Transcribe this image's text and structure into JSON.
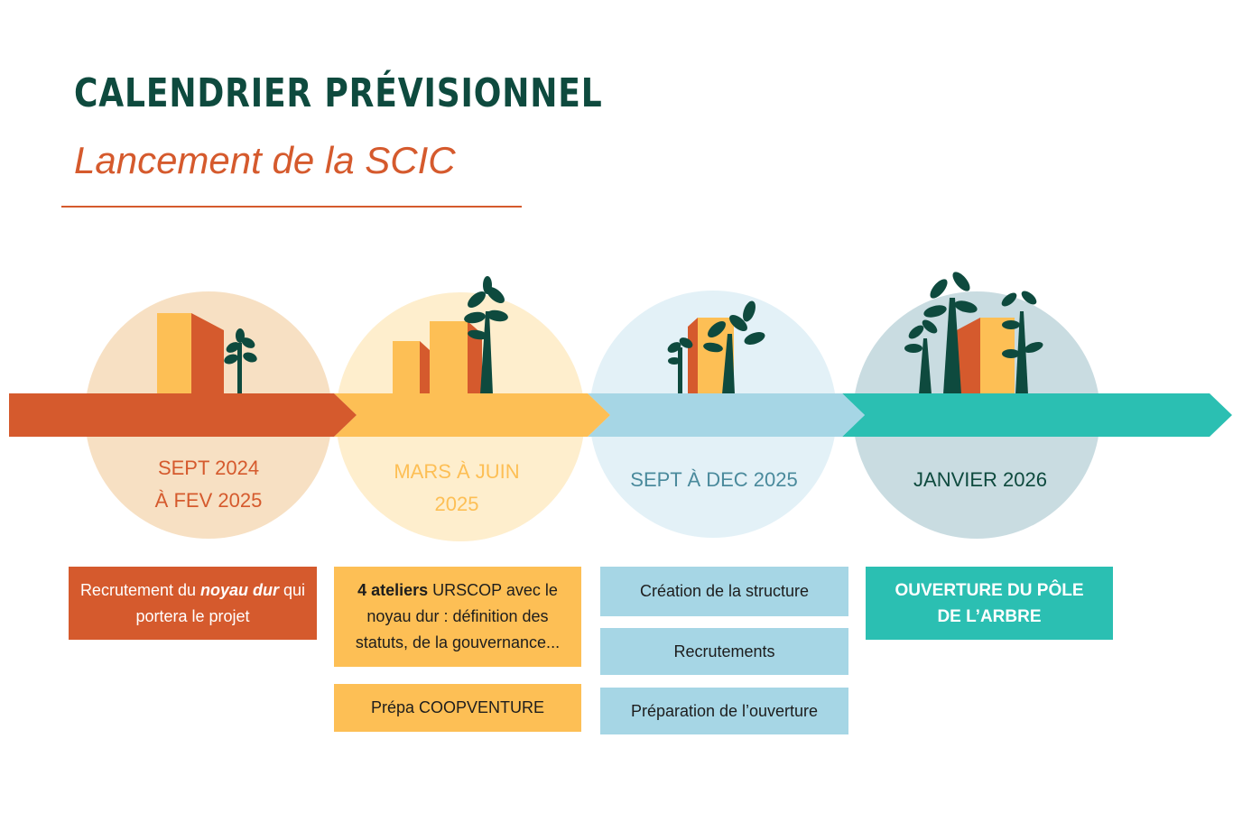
{
  "header": {
    "title": "CALENDRIER PRÉVISIONNEL",
    "subtitle": "Lancement de la SCIC"
  },
  "colors": {
    "dark_green": "#0e4a3e",
    "orange": "#d55a2d",
    "yellow": "#fdbf55",
    "light_blue": "#a6d6e5",
    "teal": "#2bbfb2"
  },
  "timeline": [
    {
      "date_line1": "SEPT 2024",
      "date_line2": "À FEV 2025",
      "color": "#d55a2d",
      "circle_color": "#f7e0c3",
      "boxes": [
        {
          "pre": "Recrutement du ",
          "emph": "noyau dur",
          "post": " qui portera le projet"
        }
      ]
    },
    {
      "date_line1": "MARS À JUIN",
      "date_line2": "2025",
      "color": "#fdbf55",
      "circle_color": "#feeecd",
      "boxes": [
        {
          "bold": "4 ateliers",
          "text": " URSCOP avec le noyau dur : définition des statuts, de la gouvernance..."
        },
        {
          "text": "Prépa COOPVENTURE"
        }
      ]
    },
    {
      "date_line1": "SEPT À DEC 2025",
      "color": "#a6d6e5",
      "circle_color": "#e3f1f7",
      "boxes": [
        {
          "text": "Création de la structure"
        },
        {
          "text": "Recrutements"
        },
        {
          "text": "Préparation de l’ouverture"
        }
      ]
    },
    {
      "date_line1": "JANVIER 2026",
      "color": "#2bbfb2",
      "circle_color": "#c9dce1",
      "boxes": [
        {
          "text": "OUVERTURE DU PÔLE DE L’ARBRE"
        }
      ]
    }
  ]
}
